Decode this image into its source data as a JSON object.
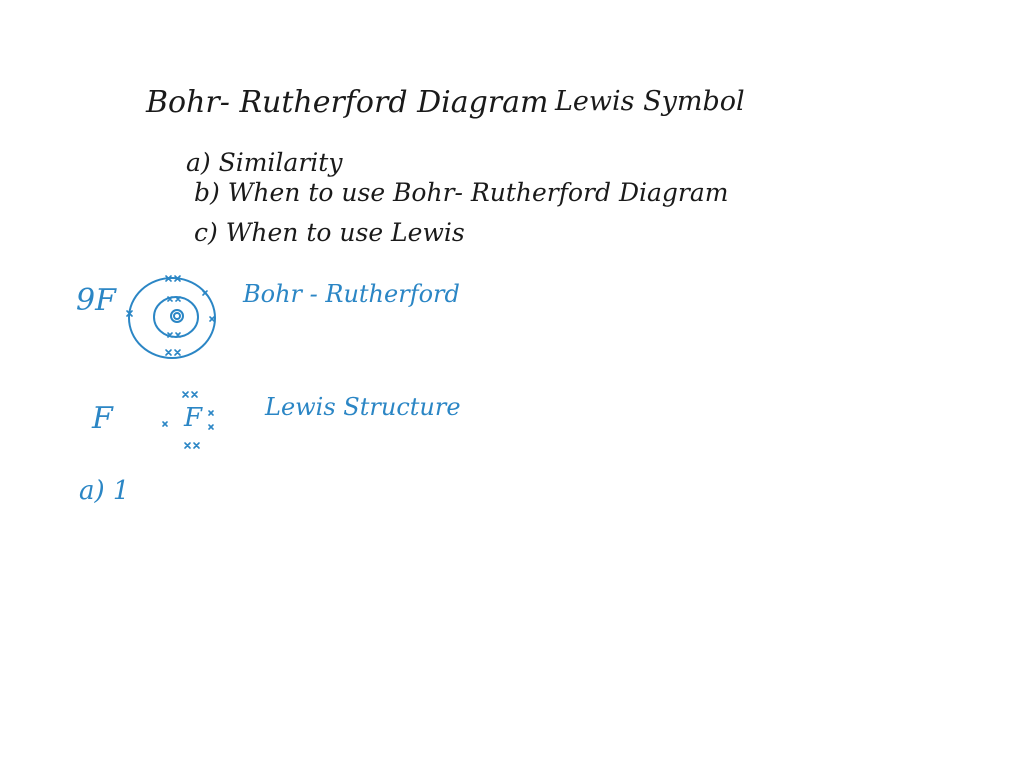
{
  "notes": {
    "header": {
      "left": "Bohr- Rutherford Diagram",
      "right": "Lewis Symbol"
    },
    "questions": {
      "a": "a) Similarity",
      "b": "b) When to use Bohr- Rutherford Diagram",
      "c": "c) When to use Lewis"
    },
    "example1": {
      "element": "9F",
      "label": "Bohr - Rutherford"
    },
    "example2": {
      "element": "F",
      "symbol": "F",
      "label": "Lewis Structure"
    },
    "answer": {
      "start": "a) 1"
    }
  },
  "colors": {
    "black_ink": "#1a1a1a",
    "blue_ink": "#2b86c5",
    "background": "#ffffff"
  }
}
